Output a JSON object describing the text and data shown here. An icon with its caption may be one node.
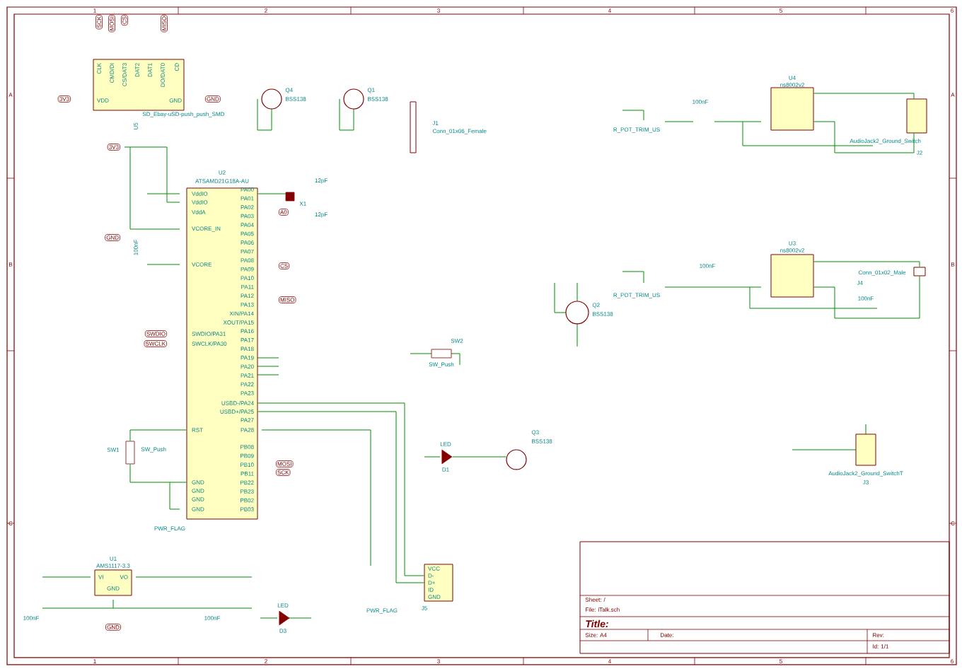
{
  "diagram": {
    "nodes": [
      {
        "text": [
          "SD_Ebay-uSD-push_push_SMD",
          "U5"
        ]
      },
      {
        "text": [],
        "shape": "circle",
        "beside": [
          "Q4",
          "BSS138"
        ]
      },
      {
        "text": [],
        "shape": "circle",
        "beside": [
          "Q1",
          "BSS138"
        ]
      },
      {
        "text": [
          "J1",
          "Conn_01x06_Female"
        ]
      },
      {
        "text": [
          "U2",
          "ATSAMD21G18A-AU"
        ]
      },
      {
        "text": [],
        "shape": "box",
        "beside": [
          "X1"
        ]
      },
      {
        "text": [
          "U4",
          "ns8002v2"
        ]
      },
      {
        "text": [
          "AudioJack2_Ground_Switch",
          "J2"
        ]
      },
      {
        "text": [
          "U3",
          "ns8002v2"
        ]
      },
      {
        "text": [
          "Conn_01x02_Male",
          "J4"
        ]
      },
      {
        "text": [],
        "shape": "circle",
        "beside": [
          "Q2",
          "BSS138"
        ]
      },
      {
        "text": [
          "AudioJack2_Ground_SwitchT",
          "J3"
        ]
      },
      {
        "text": [
          "U1",
          "AMS1117-3.3"
        ]
      },
      {
        "text": [
          "J5"
        ]
      },
      {
        "text": [],
        "shape": "triangle",
        "beside": [
          "LED",
          "D1"
        ]
      },
      {
        "text": [],
        "shape": "triangle",
        "beside": [
          "LED",
          "D3"
        ]
      },
      {
        "text": [],
        "shape": "circle",
        "beside": [
          "Q3",
          "BSS138"
        ]
      },
      {
        "text": [],
        "shape": "switch",
        "beside": [
          "SW2",
          "SW_Push"
        ]
      },
      {
        "text": [],
        "shape": "switch",
        "beside": [
          "SW1",
          "SW_Push"
        ]
      },
      {
        "text": [
          "Sheet: /",
          "File: iTalk.sch",
          "Title:",
          "Size: A4",
          "Date:",
          "Rev:",
          "Id: 1/1"
        ]
      }
    ],
    "edges": [
      {
        "from": 4,
        "to": 13,
        "arrow": "none"
      },
      {
        "from": 4,
        "to": 13,
        "arrow": "none"
      },
      {
        "from": 4,
        "to": 18,
        "arrow": "none"
      },
      {
        "from": 4,
        "to": 5,
        "arrow": "none"
      },
      {
        "from": 6,
        "to": 7,
        "arrow": "none"
      },
      {
        "from": 8,
        "to": 9,
        "arrow": "none"
      },
      {
        "from": 6,
        "to": 7,
        "arrow": "none"
      },
      {
        "from": 8,
        "to": 9,
        "arrow": "none"
      },
      {
        "from": 18,
        "to": 4,
        "arrow": "none"
      },
      {
        "from": 14,
        "to": 16,
        "arrow": "none"
      }
    ],
    "labels": [
      "1",
      "2",
      "3",
      "4",
      "5",
      "6",
      "A",
      "B",
      "C",
      "A",
      "B",
      "C",
      "1",
      "2",
      "3",
      "4",
      "5",
      "6",
      "CLK",
      "CMD/DI",
      "CS/DAT3",
      "DAT2",
      "DAT1",
      "DO/DAT0",
      "CD",
      "VDD",
      "GND",
      "SCK",
      "MOSI",
      "CS",
      "MISO",
      "3V3",
      "GND",
      "VddIO",
      "VddIO",
      "VddA",
      "VCORE_IN",
      "VCORE",
      "SWDIO/PA31",
      "SWCLK/PA30",
      "RST",
      "GND",
      "GND",
      "GND",
      "GND",
      "PA00",
      "PA01",
      "PA02",
      "PA03",
      "PA04",
      "PA05",
      "PA06",
      "PA07",
      "PA08",
      "PA09",
      "PA10",
      "PA11",
      "PA12",
      "PA13",
      "XIN/PA14",
      "XOUT/PA15",
      "PA16",
      "PA17",
      "PA18",
      "PA19",
      "PA20",
      "PA21",
      "PA22",
      "PA23",
      "USBD-/PA24",
      "USBD+/PA25",
      "PA27",
      "PA28",
      "PB08",
      "PB09",
      "PB10",
      "PB11",
      "PB22",
      "PB23",
      "PB02",
      "PB03",
      "3V3",
      "GND",
      "SWDIO",
      "SWCLK",
      "CS",
      "MISO",
      "MOSI",
      "SCK",
      "A0",
      "100nF",
      "12pF",
      "12pF",
      "VI",
      "VO",
      "GND",
      "GND",
      "100nF",
      "100nF",
      "VCC",
      "D-",
      "D+",
      "ID",
      "GND",
      "PWR_FLAG",
      "PWR_FLAG",
      "R_POT_TRIM_US",
      "R_POT_TRIM_US",
      "100nF",
      "100nF",
      "100nF"
    ]
  }
}
